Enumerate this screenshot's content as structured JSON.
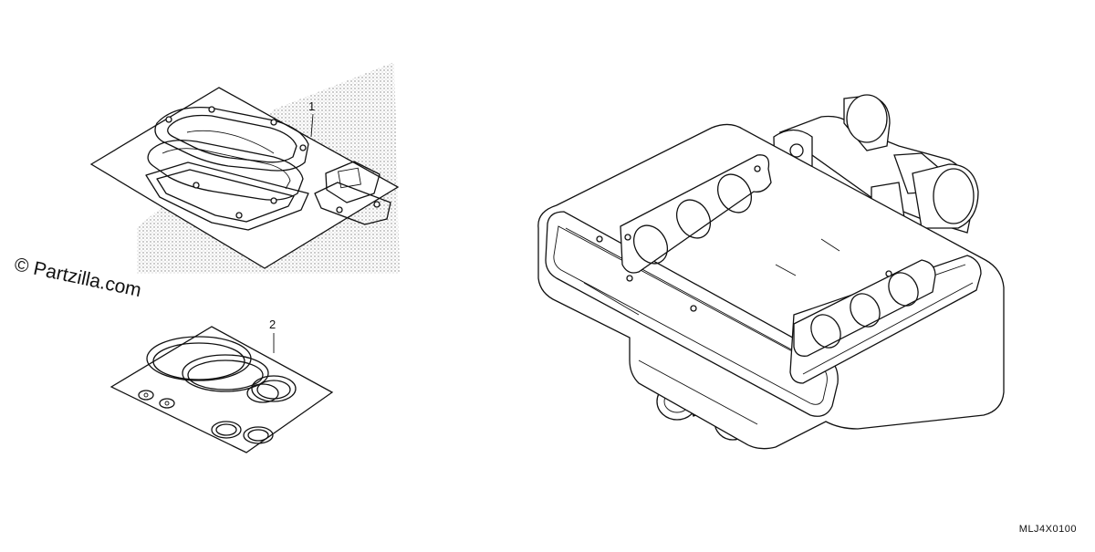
{
  "watermark": "© Partzilla.com",
  "diagram_code": "MLJ4X0100",
  "callouts": [
    {
      "number": "1"
    },
    {
      "number": "2"
    }
  ]
}
